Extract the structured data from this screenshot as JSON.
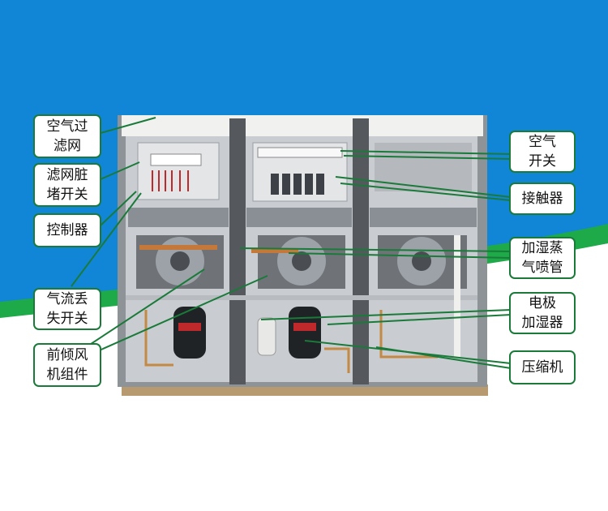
{
  "colors": {
    "sky_blue": "#1185d6",
    "green_band": "#1faa4a",
    "leader_line": "#1a7a3a",
    "label_border": "#1a7a3a"
  },
  "labels": {
    "air_filter": [
      "空气过",
      "滤网"
    ],
    "filter_clog_switch": [
      "滤网脏",
      "堵开关"
    ],
    "controller": [
      "控制器"
    ],
    "airflow_loss_switch": [
      "气流丢",
      "失开关"
    ],
    "fan_assembly": [
      "前倾风",
      "机组件"
    ],
    "air_switch": [
      "空气",
      "开关"
    ],
    "contactor": [
      "接触器"
    ],
    "steam_nozzle": [
      "加湿蒸",
      "气喷管"
    ],
    "electrode_humidifier": [
      "电极",
      "加湿器"
    ],
    "compressor": [
      "压缩机"
    ]
  }
}
